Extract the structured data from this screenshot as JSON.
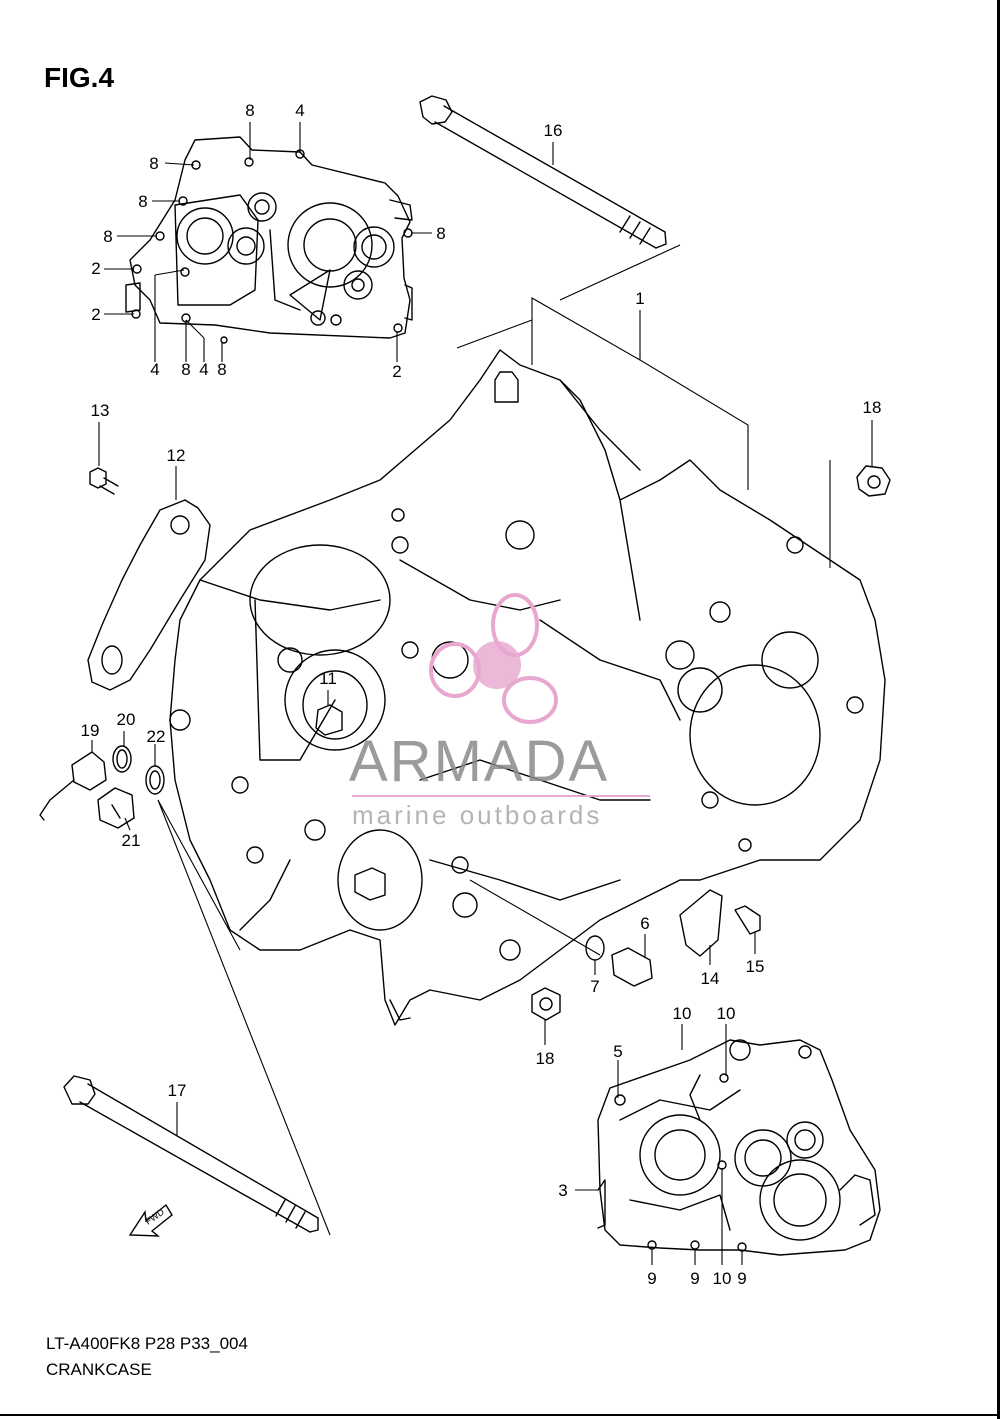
{
  "figure": {
    "title": "FIG.4",
    "model_code": "LT-A400FK8 P28 P33_004",
    "caption": "CRANKCASE"
  },
  "watermark": {
    "name": "ARMADA",
    "tagline": "marine outboards",
    "logo_color": "#e7a7cf"
  },
  "callouts": [
    "8",
    "4",
    "8",
    "8",
    "8",
    "8",
    "2",
    "2",
    "4",
    "8",
    "4",
    "8",
    "2",
    "16",
    "1",
    "18",
    "13",
    "12",
    "11",
    "19",
    "20",
    "22",
    "21",
    "6",
    "7",
    "14",
    "15",
    "18",
    "10",
    "10",
    "5",
    "3",
    "9",
    "9",
    "10",
    "9",
    "17"
  ],
  "fwd_arrow_label": "FWD"
}
